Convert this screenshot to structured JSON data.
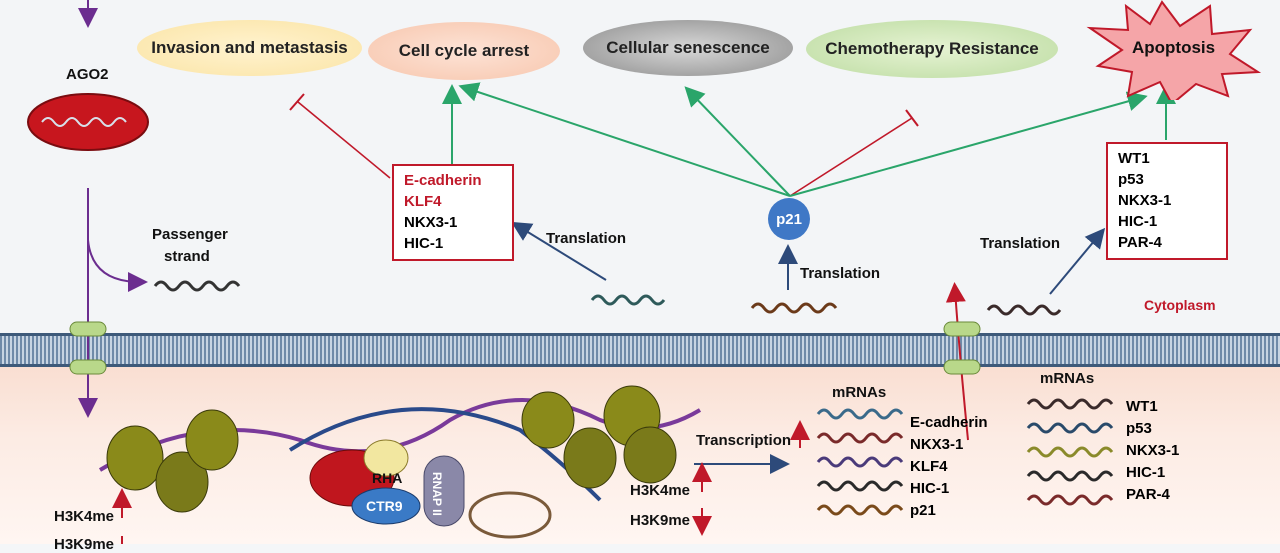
{
  "outcomes": {
    "invasion": "Invasion and metastasis",
    "cell_cycle": "Cell cycle arrest",
    "senescence": "Cellular senescence",
    "chemo": "Chemotherapy Resistance",
    "apoptosis": "Apoptosis"
  },
  "ago2_label": "AGO2",
  "passenger_label_1": "Passenger",
  "passenger_label_2": "strand",
  "box_left": [
    "E-cadherin",
    "KLF4",
    "NKX3-1",
    "HIC-1"
  ],
  "box_right": [
    "WT1",
    "p53",
    "NKX3-1",
    "HIC-1",
    "PAR-4"
  ],
  "translation_left": "Translation",
  "translation_mid": "Translation",
  "translation_right": "Translation",
  "p21_label": "p21",
  "cytoplasm_label": "Cytoplasm",
  "transcription_label": "Transcription",
  "mrnas_left_title": "mRNAs",
  "mrnas_left": [
    "E-cadherin",
    "NKX3-1",
    "KLF4",
    "HIC-1",
    "p21"
  ],
  "mrnas_right_title": "mRNAs",
  "mrnas_right": [
    "WT1",
    "p53",
    "NKX3-1",
    "HIC-1",
    "PAR-4"
  ],
  "histone_left_1": "H3K4me",
  "histone_left_2": "H3K9me",
  "histone_mid_1": "H3K4me",
  "histone_mid_2": "H3K9me",
  "proteins": {
    "rha": "RHA",
    "ctr9": "CTR9",
    "rnap": "RNAP II"
  },
  "colors": {
    "green_arrow": "#2aa56a",
    "inhibit": "#c0192a",
    "navy_arrow": "#2d4a7a",
    "purple": "#6b2d8f"
  }
}
